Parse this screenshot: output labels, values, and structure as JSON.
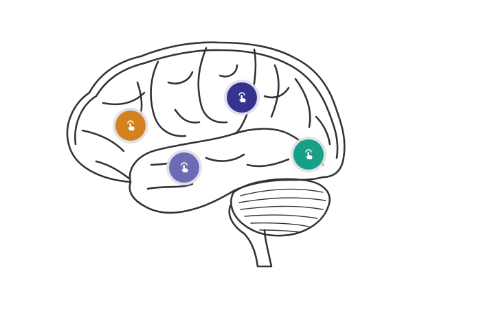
{
  "hotspots": [
    {
      "id": "frontal",
      "color": "#d4821f",
      "icon": "tap-icon"
    },
    {
      "id": "parietal",
      "color": "#36338f",
      "icon": "tap-icon"
    },
    {
      "id": "temporal",
      "color": "#6e6bb5",
      "icon": "tap-icon"
    },
    {
      "id": "occipital",
      "color": "#17a085",
      "icon": "tap-icon"
    }
  ],
  "outline_color": "#333333"
}
